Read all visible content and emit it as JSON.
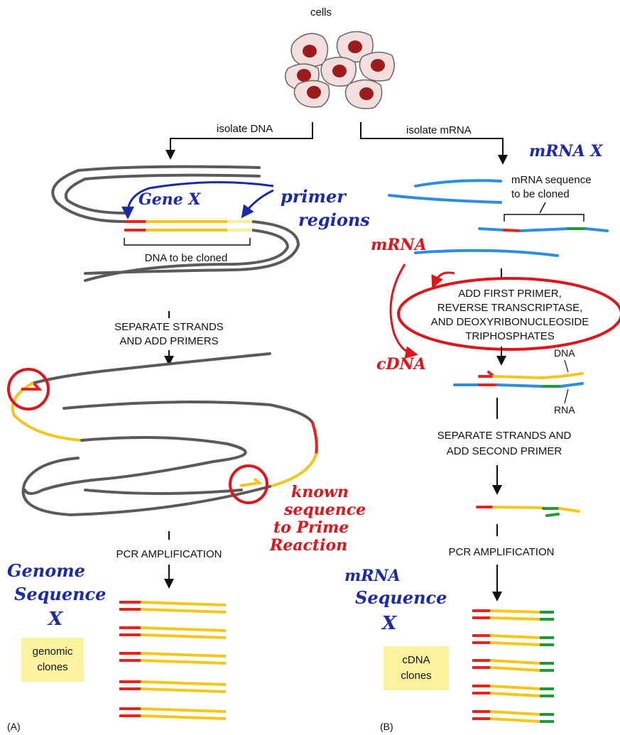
{
  "colors": {
    "dna": "#5a5a5a",
    "mrna": "#2a8fe0",
    "primer_red": "#e8231e",
    "target_yellow": "#f5c61a",
    "primer_green": "#1f9a3a",
    "annotation_blue": "#1a2aa8",
    "annotation_red": "#e0141a",
    "clone_box": "#fbf2a0",
    "cell_nucleus": "#9e1b1b"
  },
  "labels": {
    "cells": "cells",
    "isolate_dna": "isolate DNA",
    "isolate_mrna": "isolate mRNA",
    "dna_to_be_cloned": "DNA to be cloned",
    "mrna_sequence_1": "mRNA sequence",
    "mrna_sequence_2": "to be cloned",
    "separate_add_primers_1": "SEPARATE STRANDS",
    "separate_add_primers_2": "AND ADD PRIMERS",
    "pcr_amplification_a": "PCR AMPLIFICATION",
    "pcr_amplification_b": "PCR AMPLIFICATION",
    "add_first_primer_1": "ADD FIRST PRIMER,",
    "add_first_primer_2": "REVERSE TRANSCRIPTASE,",
    "add_first_primer_3": "AND DEOXYRIBONUCLEOSIDE",
    "add_first_primer_4": "TRIPHOSPHATES",
    "dna": "DNA",
    "rna": "RNA",
    "separate_second_1": "SEPARATE STRANDS AND",
    "separate_second_2": "ADD SECOND PRIMER",
    "genomic_clones_1": "genomic",
    "genomic_clones_2": "clones",
    "cdna_clones_1": "cDNA",
    "cdna_clones_2": "clones",
    "panel_a": "(A)",
    "panel_b": "(B)"
  },
  "annotations": {
    "gene_x": "Gene X",
    "primer_regions_1": "primer",
    "primer_regions_2": "regions",
    "mrna_x": "mRNA X",
    "mrna_red": "mRNA",
    "cdna": "cDNA",
    "known_seq_1": "known",
    "known_seq_2": "sequence",
    "known_seq_3": "to Prime",
    "known_seq_4": "Reaction",
    "genome_seq_1": "Genome",
    "genome_seq_2": "Sequence",
    "genome_seq_3": "X",
    "mrna_seq_1": "mRNA",
    "mrna_seq_2": "Sequence",
    "mrna_seq_3": "X"
  }
}
